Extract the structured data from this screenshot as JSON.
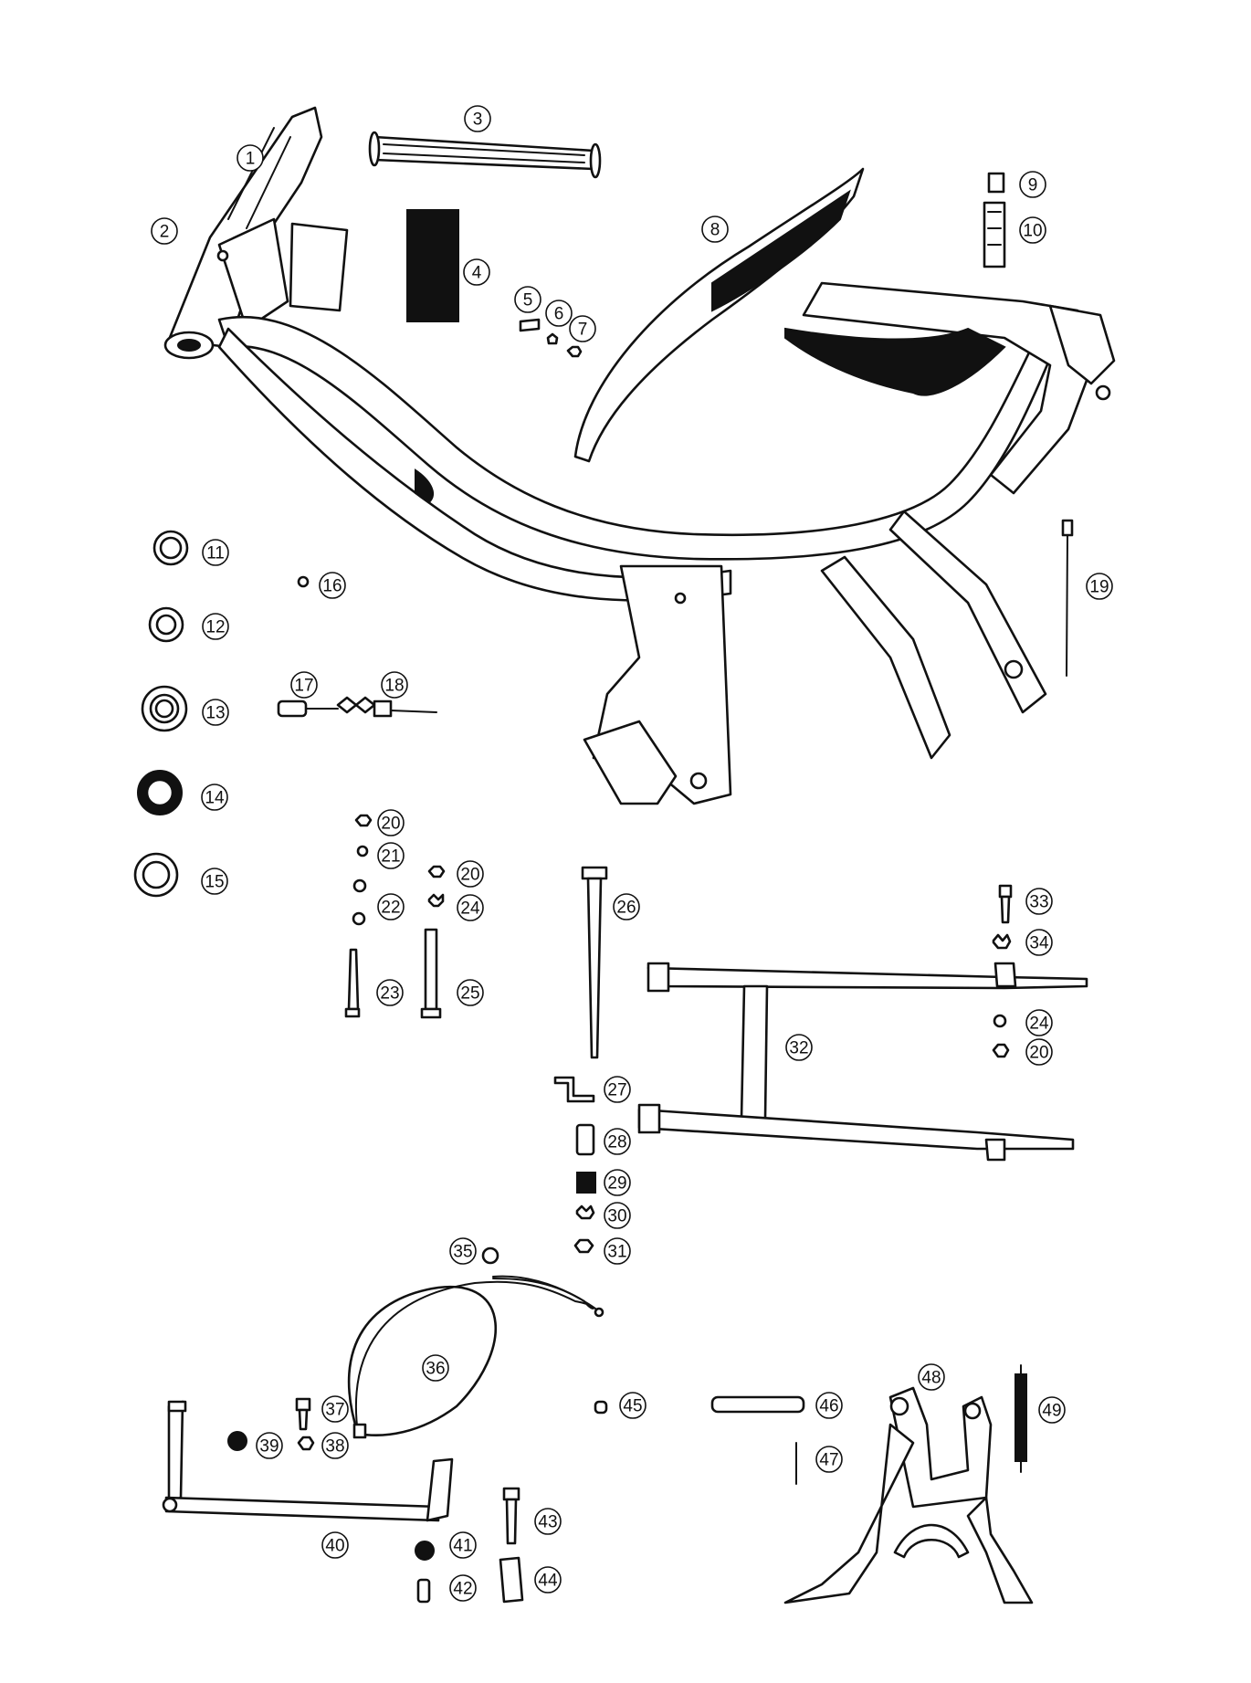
{
  "callouts": [
    {
      "id": "c1",
      "n": "1"
    },
    {
      "id": "c2",
      "n": "2"
    },
    {
      "id": "c3",
      "n": "3"
    },
    {
      "id": "c4",
      "n": "4"
    },
    {
      "id": "c5",
      "n": "5"
    },
    {
      "id": "c6",
      "n": "6"
    },
    {
      "id": "c7",
      "n": "7"
    },
    {
      "id": "c8",
      "n": "8"
    },
    {
      "id": "c9",
      "n": "9"
    },
    {
      "id": "c10",
      "n": "10"
    },
    {
      "id": "c11",
      "n": "11"
    },
    {
      "id": "c12",
      "n": "12"
    },
    {
      "id": "c13",
      "n": "13"
    },
    {
      "id": "c14",
      "n": "14"
    },
    {
      "id": "c15",
      "n": "15"
    },
    {
      "id": "c16",
      "n": "16"
    },
    {
      "id": "c17",
      "n": "17"
    },
    {
      "id": "c18",
      "n": "18"
    },
    {
      "id": "c19",
      "n": "19"
    },
    {
      "id": "c20a",
      "n": "20"
    },
    {
      "id": "c21",
      "n": "21"
    },
    {
      "id": "c20b",
      "n": "20"
    },
    {
      "id": "c22",
      "n": "22"
    },
    {
      "id": "c24a",
      "n": "24"
    },
    {
      "id": "c23",
      "n": "23"
    },
    {
      "id": "c25",
      "n": "25"
    },
    {
      "id": "c26",
      "n": "26"
    },
    {
      "id": "c33",
      "n": "33"
    },
    {
      "id": "c34",
      "n": "34"
    },
    {
      "id": "c32",
      "n": "32"
    },
    {
      "id": "c24b",
      "n": "24"
    },
    {
      "id": "c20c",
      "n": "20"
    },
    {
      "id": "c27",
      "n": "27"
    },
    {
      "id": "c28",
      "n": "28"
    },
    {
      "id": "c29",
      "n": "29"
    },
    {
      "id": "c30",
      "n": "30"
    },
    {
      "id": "c31",
      "n": "31"
    },
    {
      "id": "c35",
      "n": "35"
    },
    {
      "id": "c36",
      "n": "36"
    },
    {
      "id": "c37",
      "n": "37"
    },
    {
      "id": "c38",
      "n": "38"
    },
    {
      "id": "c39",
      "n": "39"
    },
    {
      "id": "c40",
      "n": "40"
    },
    {
      "id": "c41",
      "n": "41"
    },
    {
      "id": "c42",
      "n": "42"
    },
    {
      "id": "c43",
      "n": "43"
    },
    {
      "id": "c44",
      "n": "44"
    },
    {
      "id": "c45",
      "n": "45"
    },
    {
      "id": "c46",
      "n": "46"
    },
    {
      "id": "c47",
      "n": "47"
    },
    {
      "id": "c48",
      "n": "48"
    },
    {
      "id": "c49",
      "n": "49"
    }
  ]
}
